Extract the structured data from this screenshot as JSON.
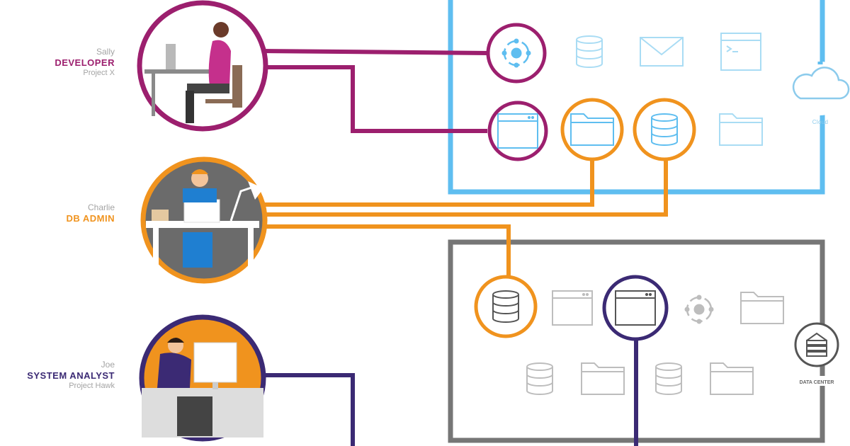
{
  "colors": {
    "developer": "#9c1f6e",
    "dbadmin": "#f0931e",
    "analyst": "#3b2a74",
    "cloud": "#5fbef0",
    "datacenter": "#767676",
    "icon_faint_blue": "#a9dcf4",
    "icon_faint_gray": "#bdbdbd"
  },
  "personas": [
    {
      "id": "developer",
      "name": "Sally",
      "role": "DEVELOPER",
      "project": "Project X"
    },
    {
      "id": "dbadmin",
      "name": "Charlie",
      "role": "DB ADMIN",
      "project": ""
    },
    {
      "id": "analyst",
      "name": "Joe",
      "role": "SYSTEM ANALYST",
      "project": "Project Hawk"
    }
  ],
  "environments": {
    "cloud": {
      "label": "Cloud",
      "icons": [
        "cluster-icon",
        "database-icon",
        "mail-icon",
        "terminal-icon",
        "browser-window-icon",
        "folder-icon",
        "database-icon",
        "folder-icon"
      ]
    },
    "datacenter": {
      "label": "DATA CENTER",
      "icons": [
        "database-icon",
        "browser-window-icon",
        "browser-window-icon",
        "cluster-icon",
        "folder-icon",
        "database-icon",
        "folder-icon",
        "database-icon",
        "folder-icon"
      ]
    }
  }
}
